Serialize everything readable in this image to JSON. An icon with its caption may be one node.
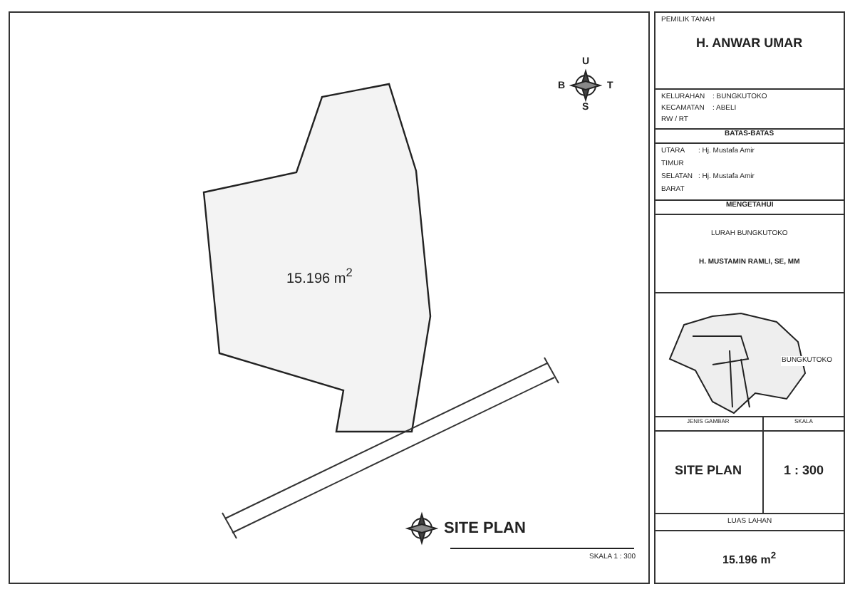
{
  "diagram": {
    "labels": [
      "U",
      "B",
      "T",
      "S",
      "15.196 m$^{2}$",
      "SITE PLAN",
      "SKALA 1 : 300",
      "PEMILIK TANAH",
      "H. ANWAR UMAR",
      "KELURAHAN",
      ": BUNGKUTOKO",
      "KECAMATAN",
      ": ABELI",
      "RW / RT",
      "BATAS-BATAS",
      "UTARA",
      ": Hj. Mustafa Amir",
      "TIMUR",
      "SELATAN",
      ": Hj. Mustafa Amir",
      "BARAT",
      "MENGETAHUI",
      "LURAH BUNGKUTOKO",
      "H. MUSTAMIN RAMLI, SE, MM",
      "BUNGKUTOKO",
      "JENIS GAMBAR",
      "SKALA",
      "SITE PLAN",
      "1 : 300",
      "LUAS LAHAN",
      "15.196 m$^{2}$"
    ]
  }
}
